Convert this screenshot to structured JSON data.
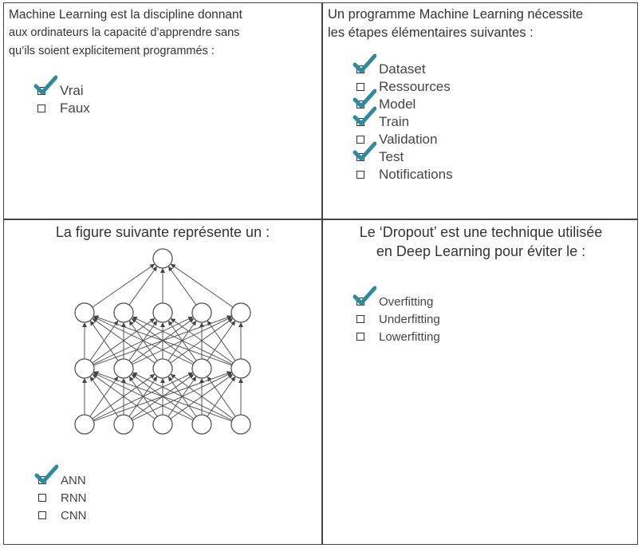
{
  "q1": {
    "question": [
      "Machine Learning est la discipline donnant",
      "aux ordinateurs la capacité d’apprendre sans",
      "qu’ils soient explicitement programmés :"
    ],
    "options": [
      {
        "label": "Vrai",
        "checked": true
      },
      {
        "label": "Faux",
        "checked": false
      }
    ]
  },
  "q2": {
    "question": [
      "Un programme Machine Learning nécessite",
      "les étapes élémentaires suivantes :"
    ],
    "options": [
      {
        "label": "Dataset",
        "checked": true
      },
      {
        "label": "Ressources",
        "checked": false
      },
      {
        "label": "Model",
        "checked": true
      },
      {
        "label": "Train",
        "checked": true
      },
      {
        "label": "Validation",
        "checked": false
      },
      {
        "label": "Test",
        "checked": true
      },
      {
        "label": "Notifications",
        "checked": false
      }
    ]
  },
  "q3": {
    "question": [
      "La figure suivante représente un :"
    ],
    "network_layers": [
      5,
      5,
      5,
      1
    ],
    "options": [
      {
        "label": "ANN",
        "checked": true
      },
      {
        "label": "RNN",
        "checked": false
      },
      {
        "label": "CNN",
        "checked": false
      }
    ]
  },
  "q4": {
    "question": [
      "Le ‘Dropout’ est une technique utilisée",
      "en Deep Learning pour éviter le :"
    ],
    "options": [
      {
        "label": "Overfitting",
        "checked": true
      },
      {
        "label": "Underfitting",
        "checked": false
      },
      {
        "label": "Lowerfitting",
        "checked": false
      }
    ]
  },
  "colors": {
    "check": "#2f8a9e",
    "line": "#444444",
    "text": "#333333"
  }
}
